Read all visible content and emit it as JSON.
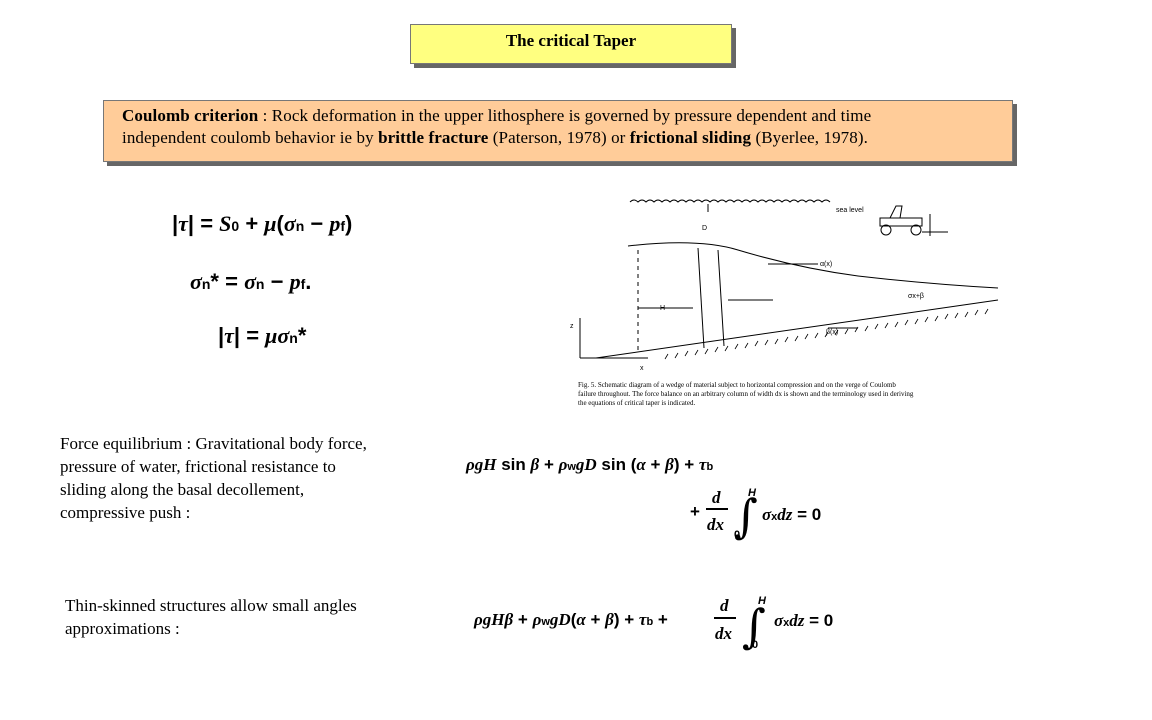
{
  "title": "The critical Taper",
  "coulomb": {
    "term": "Coulomb criterion",
    "text1": " : Rock deformation in the upper lithosphere is governed by pressure dependent and time",
    "text2a": "independent coulomb behavior ie by ",
    "bold1": "brittle fracture",
    "text2b": " (Paterson, 1978) or ",
    "bold2": "frictional sliding",
    "text2c": " (Byerlee, 1978)."
  },
  "force": {
    "lines": [
      "Force equilibrium : Gravitational body force,",
      "pressure of water, frictional resistance to",
      "sliding along the basal decollement,",
      "compressive push :"
    ]
  },
  "thin": {
    "lines": [
      "Thin-skinned structures allow small angles",
      "approximations :"
    ]
  },
  "figure": {
    "sea_level": "sea level",
    "caption1": "Fig. 5.  Schematic diagram of a wedge of material subject to horizontal compression and on the verge of Coulomb",
    "caption2": "failure throughout. The force balance on an arbitrary column of width dx is shown and the terminology used in deriving",
    "caption3": "the equations of critical taper is indicated."
  }
}
